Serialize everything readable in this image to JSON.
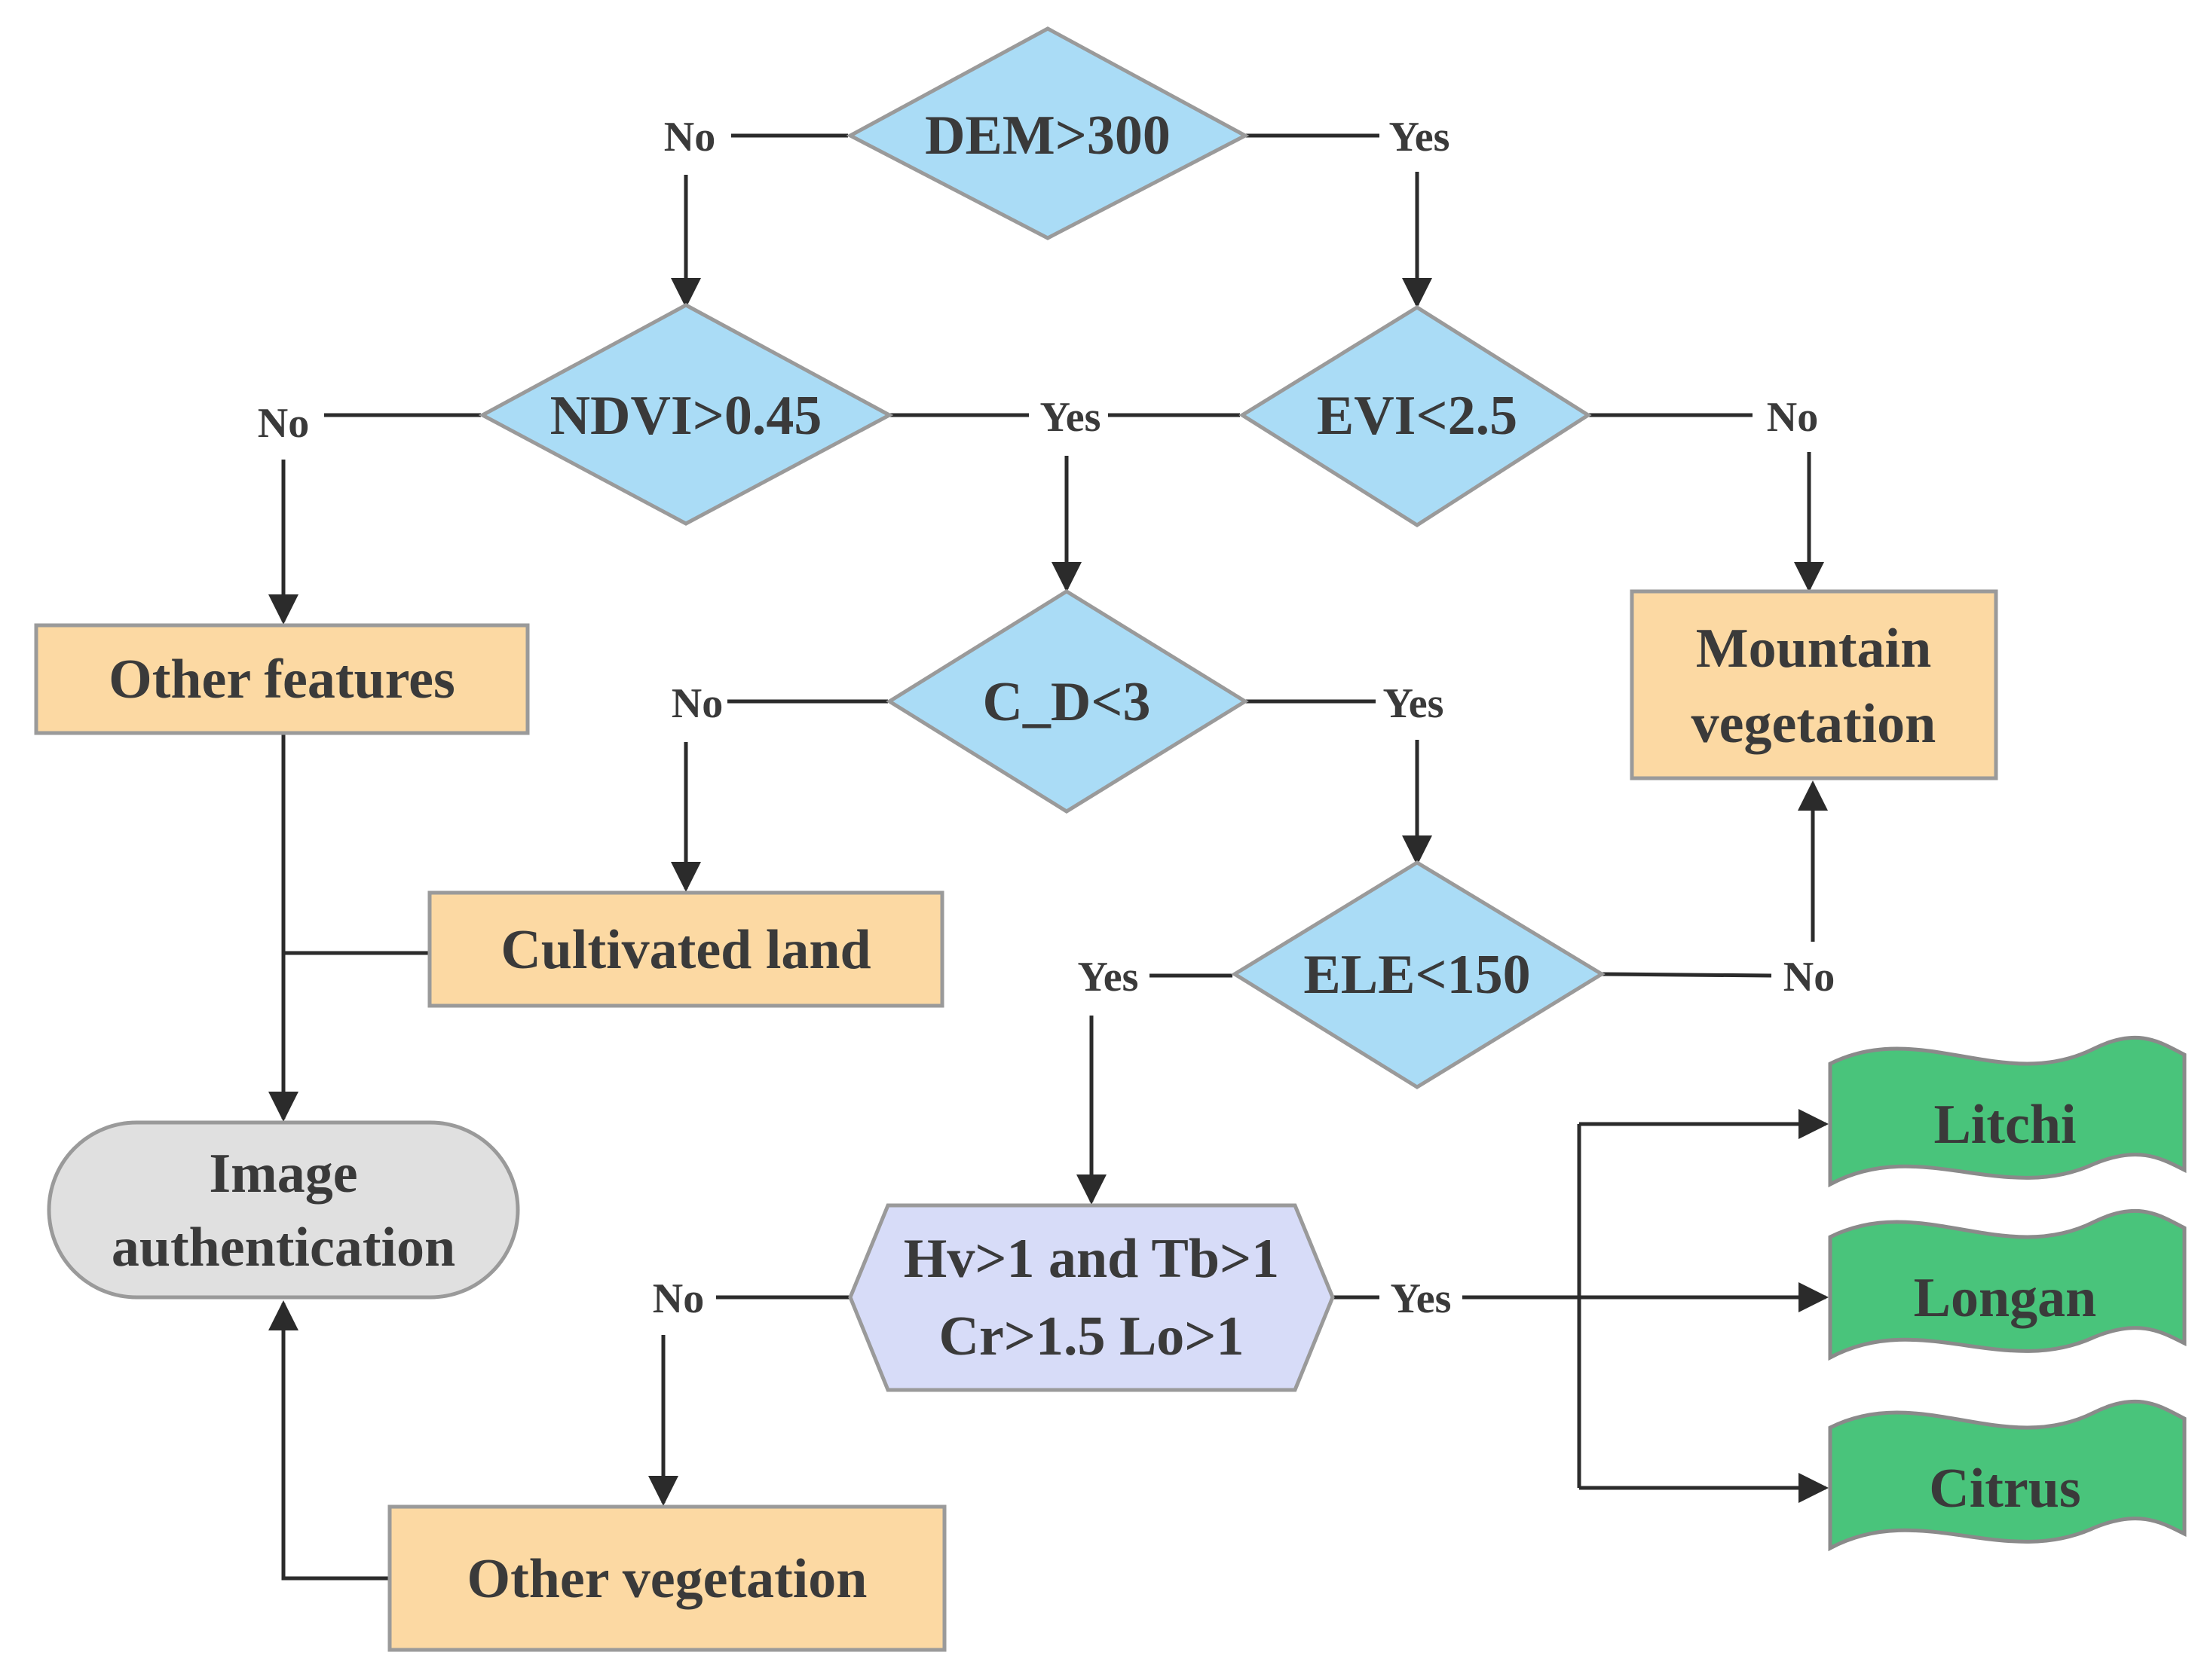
{
  "nodes": {
    "dem": "DEM>300",
    "ndvi": "NDVI>0.45",
    "evi": "EVI<2.5",
    "cd": "C_D<3",
    "ele": "ELE<150",
    "other_features": "Other features",
    "mountain_line1": "Mountain",
    "mountain_line2": "vegetation",
    "cultivated": "Cultivated land",
    "image_line1": "Image",
    "image_line2": "authentication",
    "hex_line1": "Hv>1 and Tb>1",
    "hex_line2": "Cr>1.5  Lo>1",
    "other_vegetation": "Other vegetation",
    "litchi": "Litchi",
    "longan": "Longan",
    "citrus": "Citrus"
  },
  "labels": {
    "dem_no": "No",
    "dem_yes": "Yes",
    "ndvi_no": "No",
    "ndvi_evi_yes": "Yes",
    "evi_no": "No",
    "cd_no": "No",
    "cd_yes": "Yes",
    "ele_yes": "Yes",
    "ele_no": "No",
    "hex_no": "No",
    "hex_yes": "Yes"
  },
  "colors": {
    "decision": "#aadcf6",
    "process": "#fcd9a3",
    "terminal": "#e0e0e0",
    "hexagon": "#d7dcf8",
    "output": "#49c47b"
  }
}
